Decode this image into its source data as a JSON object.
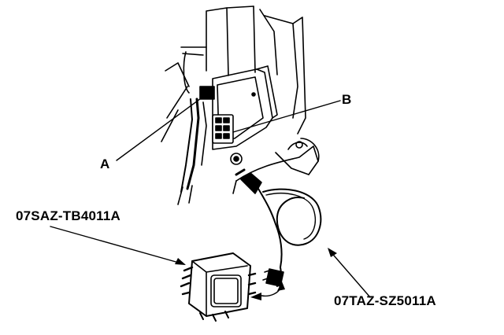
{
  "callouts": {
    "a": "A",
    "b": "B",
    "control_box_part": "07SAZ-TB4011A",
    "cable_part": "07TAZ-SZ5011A"
  },
  "colors": {
    "ink": "#000000",
    "paper": "#ffffff"
  }
}
